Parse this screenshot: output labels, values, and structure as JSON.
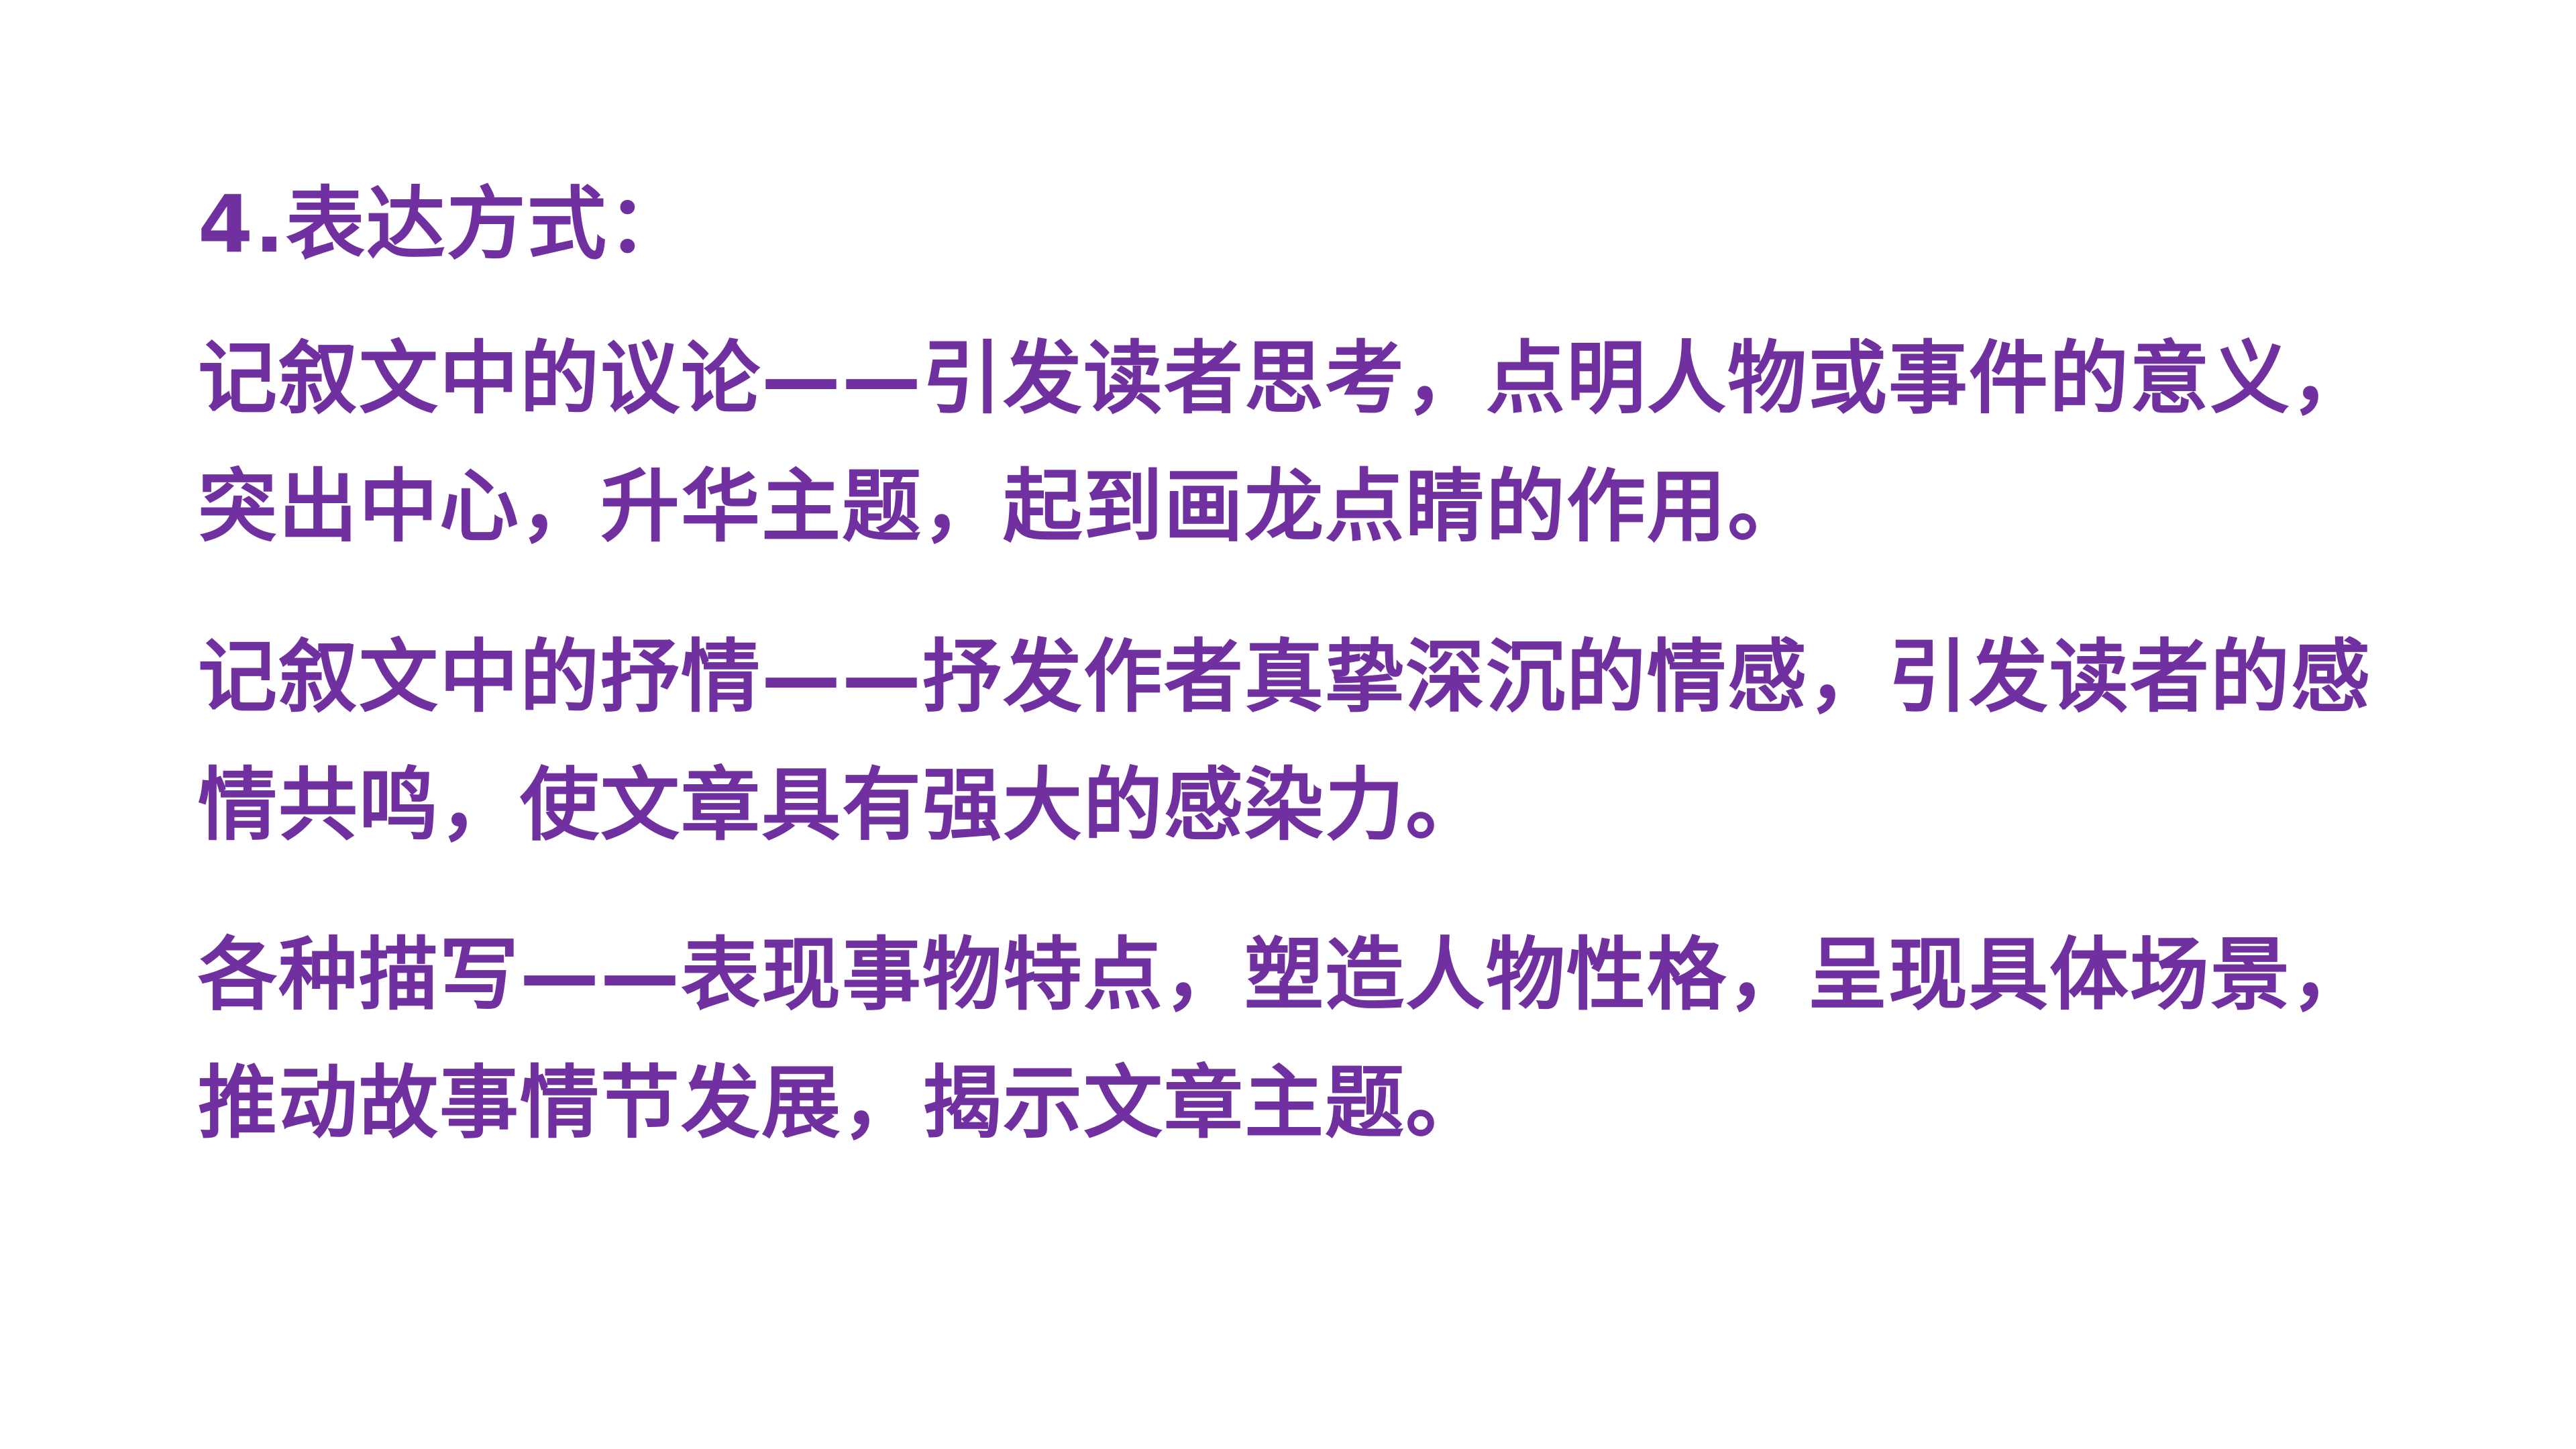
{
  "slide": {
    "background_color": "#ffffff",
    "text_color": "#7030A0",
    "title": "4.表达方式：",
    "paragraphs": [
      "记叙文中的议论——引发读者思考，点明人物或事件的意义，突出中心，升华主题，起到画龙点睛的作用。",
      "记叙文中的抒情——抒发作者真挚深沉的情感，引发读者的感情共鸣，使文章具有强大的感染力。",
      "各种描写——表现事物特点，塑造人物性格，呈现具体场景，推动故事情节发展，揭示文章主题。"
    ]
  }
}
